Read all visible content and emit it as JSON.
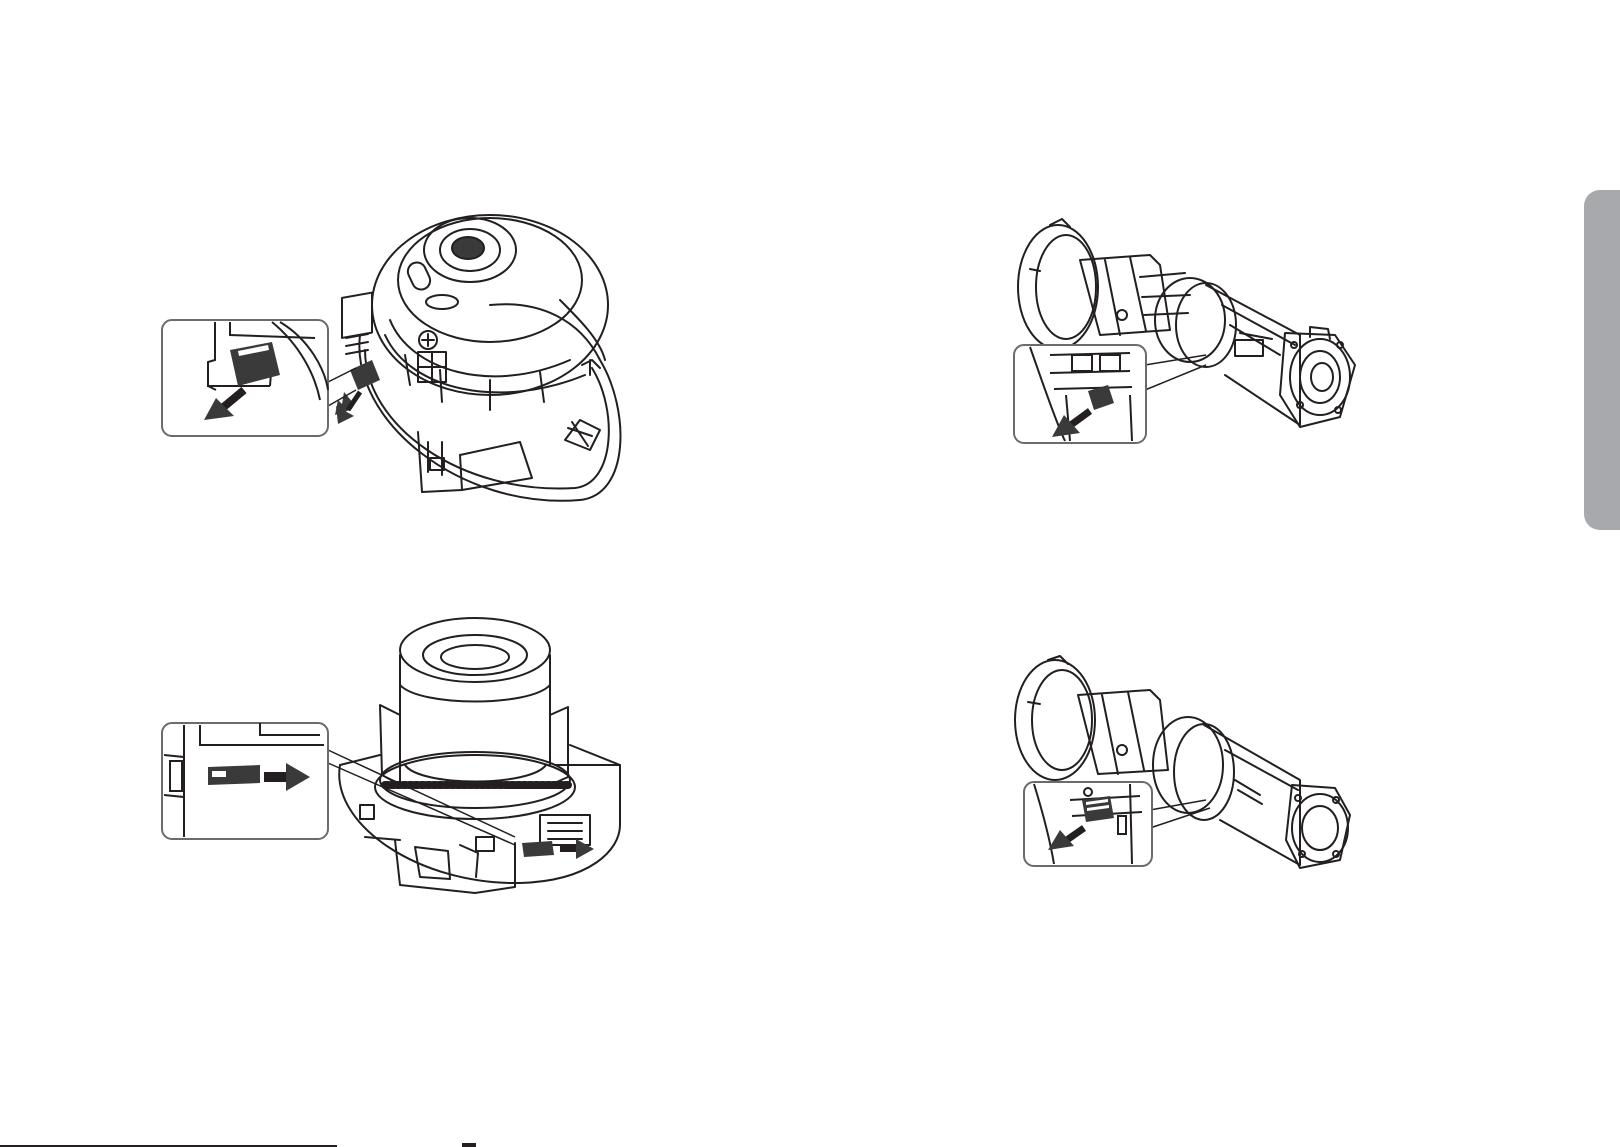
{
  "colors": {
    "ink": "#231f20",
    "shade": "#3a3a3a",
    "callout_border": "#6b6b6b",
    "side_tab": "#a7a9ac"
  },
  "figures": [
    {
      "name": "dome-camera-sd-card-removal-top",
      "icon": "dome-camera-illustration"
    },
    {
      "name": "bullet-camera-sd-card-removal-top",
      "icon": "bullet-camera-illustration"
    },
    {
      "name": "dome-camera-sd-card-insertion-bottom",
      "icon": "dome-camera-illustration"
    },
    {
      "name": "bullet-camera-sd-card-insertion-bottom",
      "icon": "bullet-camera-illustration"
    }
  ]
}
